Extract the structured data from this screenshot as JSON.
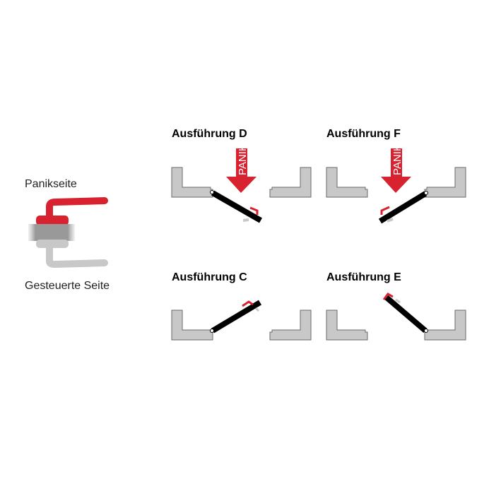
{
  "legend": {
    "top_label": "Panikseite",
    "bottom_label": "Gesteuerte Seite"
  },
  "variants": [
    {
      "title": "Ausführung D",
      "panic_text": "PANIK"
    },
    {
      "title": "Ausführung F",
      "panic_text": "PANIK"
    },
    {
      "title": "Ausführung C"
    },
    {
      "title": "Ausführung E"
    }
  ],
  "colors": {
    "red": "#d9222f",
    "gray": "#c8c8c8",
    "door": "#000000"
  }
}
